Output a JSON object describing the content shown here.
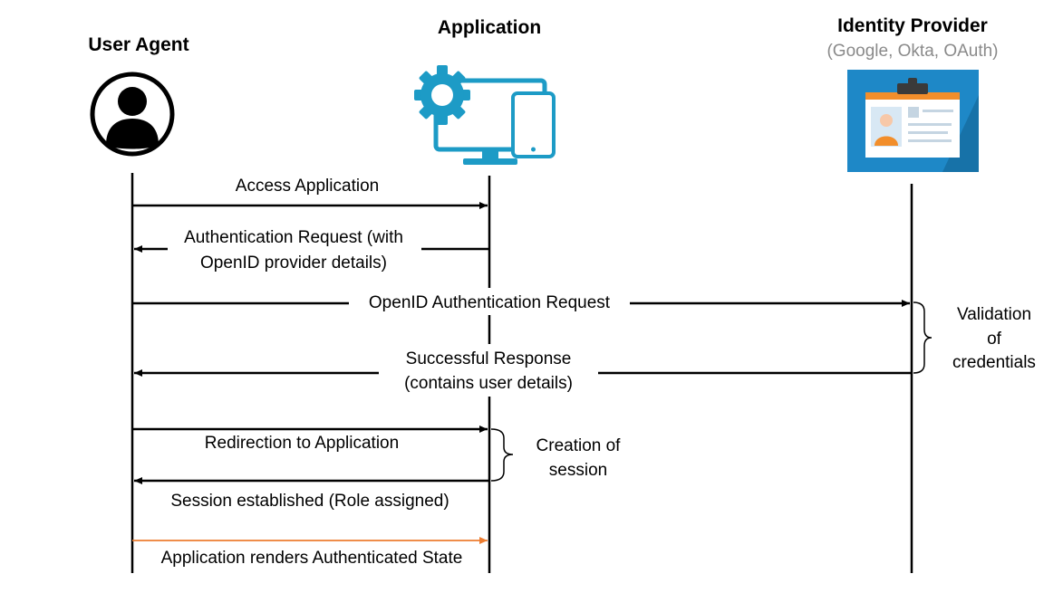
{
  "actors": {
    "user_agent": {
      "title": "User Agent",
      "icon": "user-avatar-icon"
    },
    "application": {
      "title": "Application",
      "icon": "app-gear-monitor-icon"
    },
    "identity_provider": {
      "title": "Identity Provider",
      "subtitle": "(Google, Okta, OAuth)",
      "icon": "id-card-icon"
    }
  },
  "messages": [
    {
      "from": "user_agent",
      "to": "application",
      "lines": [
        "Access Application"
      ]
    },
    {
      "from": "application",
      "to": "user_agent",
      "lines": [
        "Authentication Request (with",
        "OpenID provider details)"
      ]
    },
    {
      "from": "user_agent",
      "to": "identity_provider",
      "lines": [
        "OpenID Authentication Request"
      ]
    },
    {
      "from": "identity_provider",
      "to": "user_agent",
      "lines": [
        "Successful Response",
        "(contains user details)"
      ]
    },
    {
      "from": "user_agent",
      "to": "application",
      "lines": [
        "Redirection to Application"
      ]
    },
    {
      "from": "application",
      "to": "user_agent",
      "lines": [
        "Session established (Role assigned)"
      ]
    },
    {
      "from": "user_agent",
      "to": "application",
      "lines": [
        "Application renders Authenticated State"
      ],
      "color": "#ED7D31"
    }
  ],
  "notes": {
    "validation": [
      "Validation",
      "of",
      "credentials"
    ],
    "session": [
      "Creation of",
      "session"
    ]
  },
  "colors": {
    "line": "#000000",
    "highlight_arrow": "#ED7D31",
    "app_icon": "#1D9BC6",
    "idp_card_bg": "#1E88C7",
    "idp_card_header": "#F28E2B",
    "subtitle_gray": "#8A8A8A"
  }
}
